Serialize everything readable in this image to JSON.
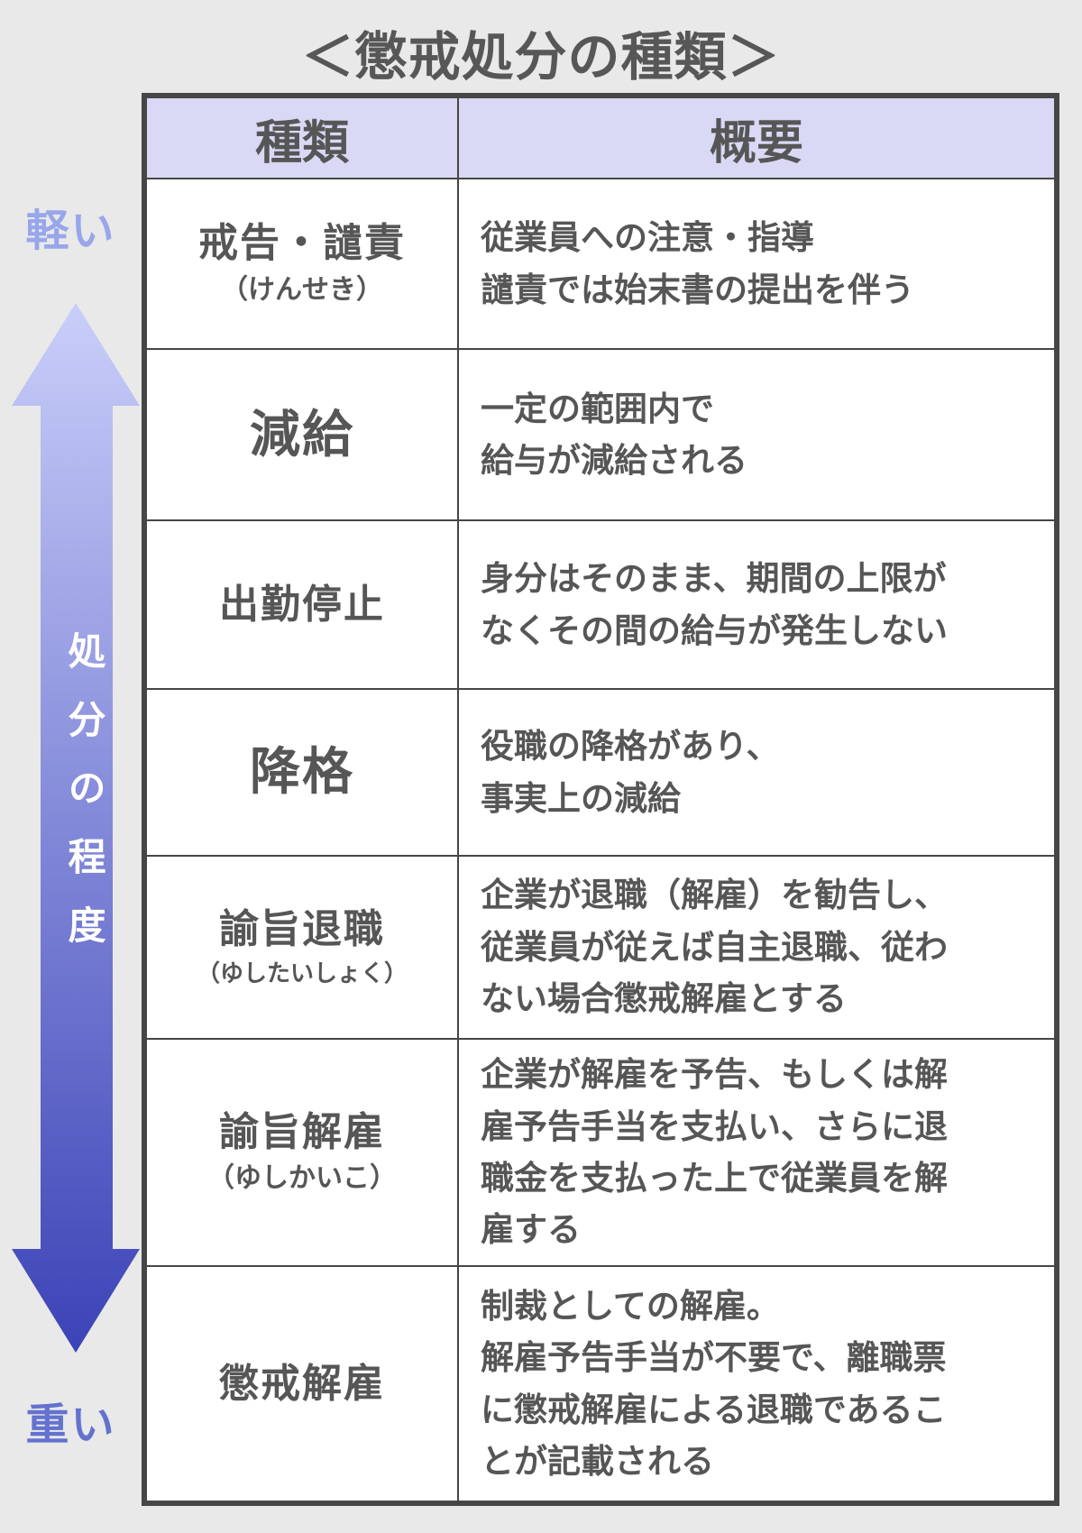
{
  "title": "＜懲戒処分の種類＞",
  "axis": {
    "light_label": "軽い",
    "heavy_label": "重い",
    "arrow_label": "処分の程度",
    "light_label_color": "#98a6ea",
    "heavy_label_color": "#6372ce",
    "arrow_gradient_top": "#c9cef9",
    "arrow_gradient_bottom": "#3b43b7"
  },
  "table": {
    "header_bg": "#d9d9f6",
    "header": {
      "type": "種類",
      "overview": "概要"
    },
    "rows": [
      {
        "type": "戒告・譴責",
        "kana": "（けんせき）",
        "overview": "従業員への注意・指導\n譴責では始末書の提出を伴う"
      },
      {
        "type": "減給",
        "kana": "",
        "overview": "一定の範囲内で\n給与が減給される"
      },
      {
        "type": "出勤停止",
        "kana": "",
        "overview": "身分はそのまま、期間の上限が\nなくその間の給与が発生しない"
      },
      {
        "type": "降格",
        "kana": "",
        "overview": "役職の降格があり、\n事実上の減給"
      },
      {
        "type": "諭旨退職",
        "kana": "（ゆしたいしょく）",
        "overview": "企業が退職（解雇）を勧告し、\n従業員が従えば自主退職、従わ\nない場合懲戒解雇とする"
      },
      {
        "type": "諭旨解雇",
        "kana": "（ゆしかいこ）",
        "overview": "企業が解雇を予告、もしくは解\n雇予告手当を支払い、さらに退\n職金を支払った上で従業員を解\n雇する"
      },
      {
        "type": "懲戒解雇",
        "kana": "",
        "overview": "制裁としての解雇。\n解雇予告手当が不要で、離職票\nに懲戒解雇による退職であるこ\nとが記載される"
      }
    ]
  }
}
